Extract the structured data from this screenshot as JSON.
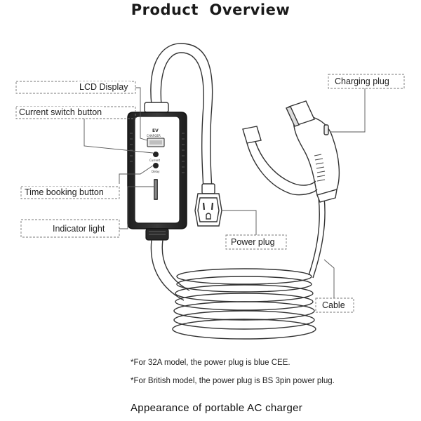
{
  "title_word1": "Product",
  "title_word2": "Overview",
  "labels": {
    "lcd_display": "LCD Display",
    "current_switch": "Current switch button",
    "time_booking": "Time booking button",
    "indicator_light": "Indicator light",
    "charging_plug": "Charging plug",
    "power_plug": "Power plug",
    "cable": "Cable"
  },
  "device_text": {
    "brand_line1": "EV",
    "brand_line2": "CHARGER",
    "current_label": "Current",
    "delay_label": "Delay"
  },
  "notes": [
    "*For 32A model, the power plug is blue CEE.",
    "*For British model, the power plug is BS 3pin power plug."
  ],
  "caption": "Appearance  of portable AC charger",
  "colors": {
    "line": "#333333",
    "device_body": "#2a2a2a",
    "leader": "#555555"
  }
}
